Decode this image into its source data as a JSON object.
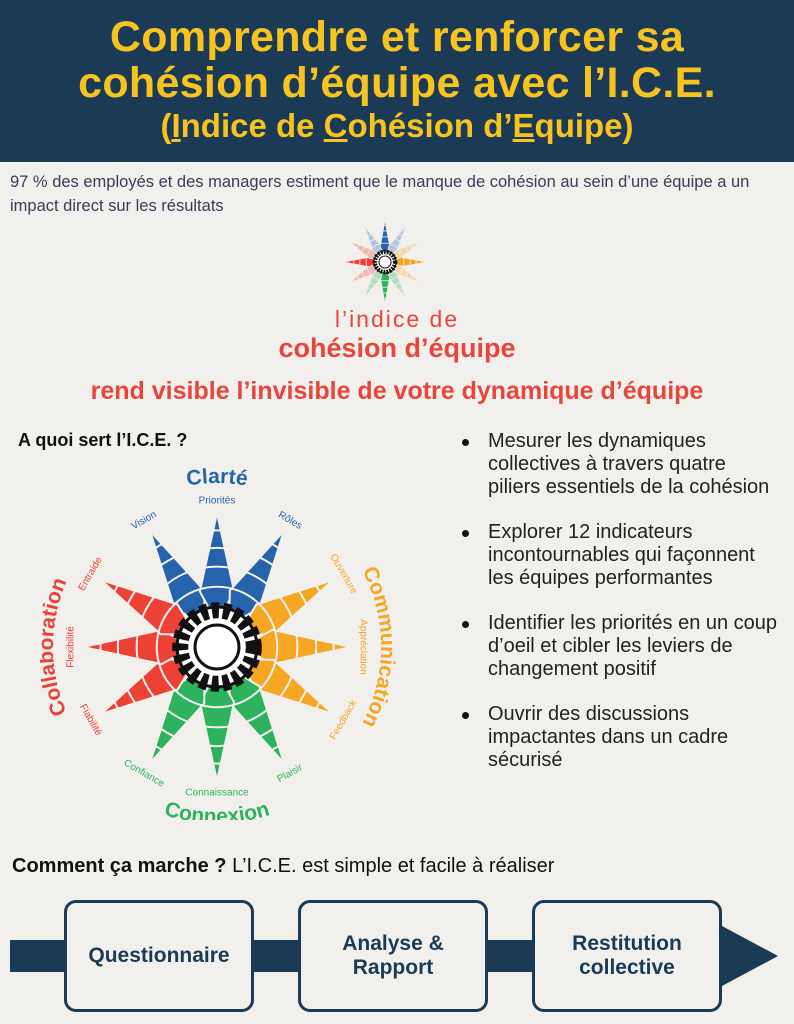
{
  "header": {
    "title_line1": "Comprendre et renforcer sa",
    "title_line2": "cohésion d’équipe avec l’I.C.E.",
    "subtitle_open": "(",
    "subtitle_parts": [
      "I",
      "ndice de ",
      "C",
      "ohésion d’",
      "E",
      "quipe",
      ")"
    ]
  },
  "intro": "97 % des employés et des managers estiment que le manque de cohésion au sein d’une équipe a un impact direct sur les résultats",
  "brand": {
    "line1": "l’indice de",
    "line2": "cohésion d’équipe"
  },
  "tagline": "rend visible l’invisible de votre dynamique d’équipe",
  "question": "A quoi sert l’I.C.E. ?",
  "wheel": {
    "pillars": [
      {
        "name": "Clarté",
        "color": "#2563ad",
        "indicators": [
          "Vision",
          "Priorités",
          "Rôles"
        ]
      },
      {
        "name": "Communication",
        "color": "#f5a623",
        "indicators": [
          "Ouverture",
          "Appréciation",
          "Feedback"
        ]
      },
      {
        "name": "Connexion",
        "color": "#2db35d",
        "indicators": [
          "Plaisir",
          "Connaissance",
          "Confiance"
        ]
      },
      {
        "name": "Collaboration",
        "color": "#ec4134",
        "indicators": [
          "Fiabilité",
          "Flexibilité",
          "Entraide"
        ]
      }
    ]
  },
  "bullets": [
    "Mesurer les dynamiques collectives à travers quatre piliers essentiels de la cohésion",
    "Explorer 12 indicateurs incontournables qui façonnent les équipes performantes",
    "Identifier les priorités en un coup d’oeil et cibler les leviers de changement positif",
    "Ouvrir des discussions impactantes dans un cadre sécurisé"
  ],
  "how": {
    "bold": "Comment ça marche ?",
    "text": " L’I.C.E. est simple et facile à réaliser"
  },
  "steps": [
    "Questionnaire",
    "Analyse & Rapport",
    "Restitution collective"
  ],
  "colors": {
    "navy": "#1a3a56",
    "yellow": "#f7c41f",
    "red": "#e8453c"
  }
}
